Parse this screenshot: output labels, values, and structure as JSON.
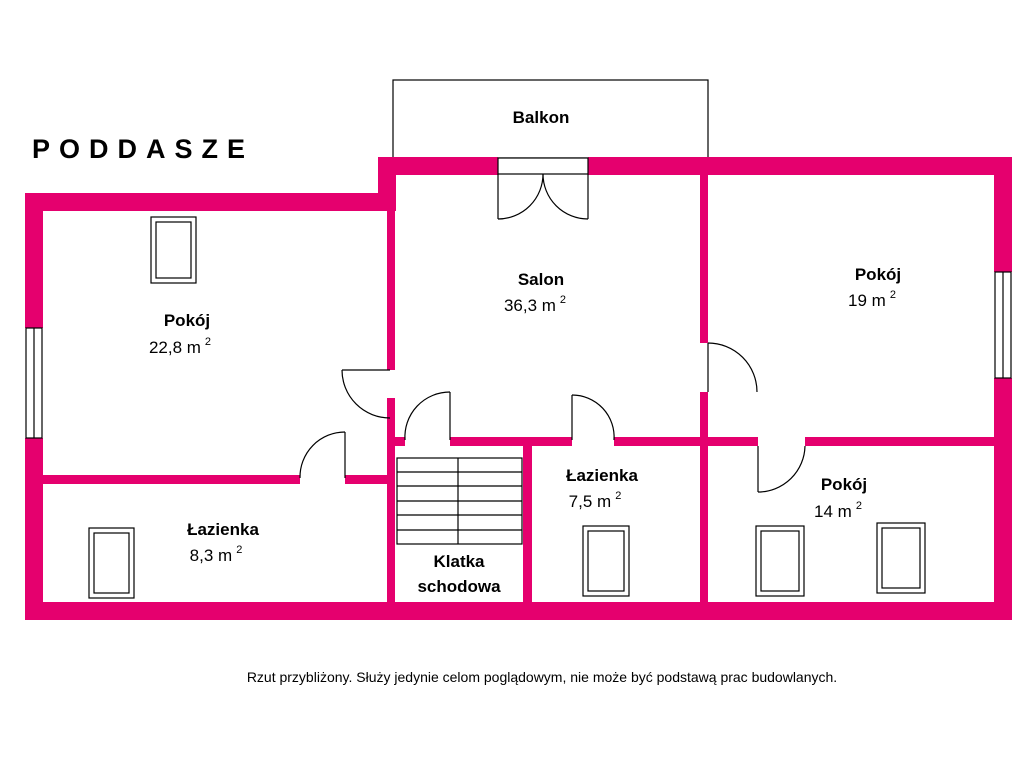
{
  "plan": {
    "title": "PODDASZE",
    "wall_color": "#e5006e",
    "rooms": {
      "balcony": {
        "name": "Balkon"
      },
      "salon": {
        "name": "Salon",
        "area": "36,3 m",
        "unit_exp": "2"
      },
      "room_left": {
        "name": "Pokój",
        "area": "22,8 m",
        "unit_exp": "2"
      },
      "room_right_top": {
        "name": "Pokój",
        "area": "19 m",
        "unit_exp": "2"
      },
      "room_right_bottom": {
        "name": "Pokój",
        "area": "14 m",
        "unit_exp": "2"
      },
      "bath_left": {
        "name": "Łazienka",
        "area": "8,3 m",
        "unit_exp": "2"
      },
      "bath_mid": {
        "name": "Łazienka",
        "area": "7,5 m",
        "unit_exp": "2"
      },
      "stairs": {
        "name_line1": "Klatka",
        "name_line2": "schodowa"
      }
    },
    "disclaimer": "Rzut przybliżony. Służy jedynie celom poglądowym, nie może być podstawą prac budowlanych."
  }
}
